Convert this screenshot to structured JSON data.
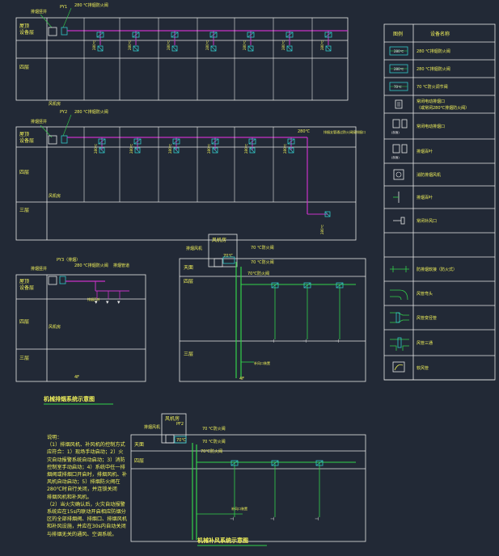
{
  "colors": {
    "background": "#222936",
    "frame": "#e8e8e8",
    "duct": "#c833c8",
    "supply": "#33d24a",
    "label": "#f2f25a",
    "fan": "#33c8c8"
  },
  "diagram1": {
    "floor_top": "屋顶\n设备层",
    "floor_mid": "四层",
    "tags": [
      "排烟竖井",
      "PY1",
      "280 ℃排烟防火阀"
    ],
    "shaft_label": "风机房",
    "valve_label": "280℃"
  },
  "diagram2": {
    "floor_top": "屋顶\n设备层",
    "floor_mid": "四层",
    "floor_low": "三层",
    "tags": [
      "排烟竖井",
      "PY2",
      "280 ℃排烟防火阀"
    ],
    "shaft_label": "风机房",
    "valve_label": "280℃",
    "branch_note": "排烟支管通过防火阀接排烟口"
  },
  "diagram3": {
    "floor_top": "屋顶\n设备层",
    "floor_mid": "四层",
    "floor_low": "三层",
    "tags": [
      "排烟竖井",
      "PY3（排烟）",
      "280 ℃排烟防火阀",
      "排烟管道"
    ],
    "shaft_label": "风机房",
    "floor_mark": "4F",
    "vent_label": "排烟百叶"
  },
  "diagram4": {
    "floor_top": "天面",
    "floor_mid": "四层",
    "floor_low": "三层",
    "fan_room": "风机房",
    "tags": [
      "排烟风机",
      "70 ℃防火阀",
      "70℃",
      "70 ℃防火阀",
      "70℃防火阀"
    ],
    "inlet_label": "补风口装置",
    "floor_mark": "4F"
  },
  "diagram5": {
    "floor_top": "天面",
    "floor_mid": "四层",
    "fan_room": "风机房",
    "tags": [
      "排烟风机",
      "PF2",
      "70 ℃防火阀",
      "70℃",
      "70 ℃防火阀",
      "70℃防火阀"
    ],
    "inlet_label": "补风口装置"
  },
  "titles": {
    "smoke_exhaust": "机械排烟系统示意图",
    "air_supply": "机械补风系统示意图"
  },
  "notes": {
    "heading": "说明：",
    "lines": [
      "（1）排烟风机、补风机的控制方式",
      "应符合：1）现场手动启动；2）火",
      "灾自动报警系统自动启动；3）消防",
      "控制室手动启动；4）系统中任一排",
      "烟阀或排烟口开启时，排烟风机、补",
      "风机自动启动；5）排烟防火阀在",
      "280℃时自行关闭，并连锁关闭",
      "排烟风机和补风机。",
      "（2）当火灾确认后，火灾自动报警",
      "系统应在15s内联动开启相应防烟分",
      "区的全部排烟阀、排烟口、排烟风机",
      "和补风设施，并应在30s内自动关闭",
      "与排烟无关的通风、空调系统。"
    ]
  },
  "legend": {
    "header_icon": "图例",
    "header_name": "设备名称",
    "rows": [
      {
        "icon": "fire-damper-280-icon",
        "icon_text": "280℃",
        "name": "280 ℃排烟防火阀"
      },
      {
        "icon": "fire-damper-280-icon",
        "icon_text": "280℃",
        "name": "280 ℃排烟防火阀"
      },
      {
        "icon": "fire-damper-70-icon",
        "icon_text": "70℃",
        "name": "70 ℃防火调节阀"
      },
      {
        "icon": "smoke-vent-icon",
        "icon_text": "",
        "name": "常闭电动排烟口\n（或常闭280℃排烟防火阀）"
      },
      {
        "icon": "vent-section-icon",
        "icon_text": "(剖面)",
        "name": "常闭电动排烟口"
      },
      {
        "icon": "louver-icon",
        "icon_text": "(剖面)",
        "name": "排烟百叶"
      },
      {
        "icon": "fan-unit-icon",
        "icon_text": "",
        "name": "消防排烟风机"
      },
      {
        "icon": "wall-louver-icon",
        "icon_text": "",
        "name": "排烟百叶"
      },
      {
        "icon": "air-inlet-icon",
        "icon_text": "",
        "name": "常闭补风口"
      },
      {
        "icon": "blank-icon",
        "icon_text": "",
        "name": ""
      },
      {
        "icon": "soft-joint-icon",
        "icon_text": "",
        "name": "防排烟软接（防火式）"
      },
      {
        "icon": "elbow-icon",
        "icon_text": "",
        "name": "风管弯头"
      },
      {
        "icon": "reducer-icon",
        "icon_text": "",
        "name": "风管变径管"
      },
      {
        "icon": "tee-icon",
        "icon_text": "",
        "name": "风管三通"
      },
      {
        "icon": "flex-duct-icon",
        "icon_text": "",
        "name": "软风管"
      }
    ]
  }
}
